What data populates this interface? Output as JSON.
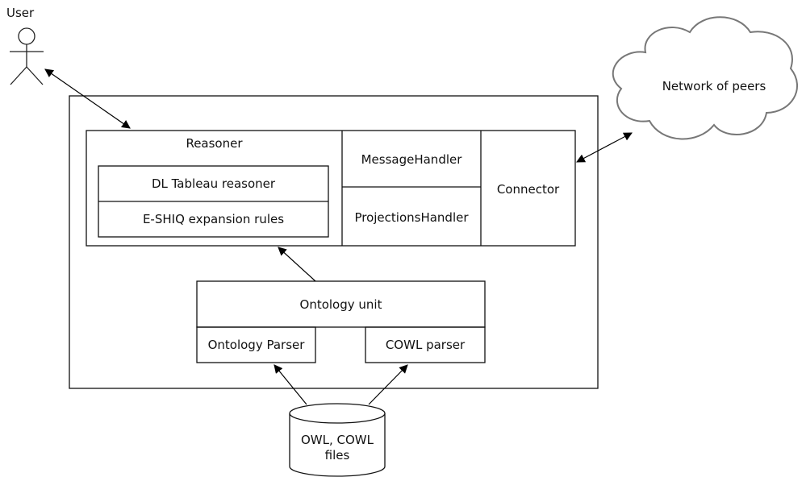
{
  "actor": {
    "label": "User"
  },
  "reasoner": {
    "title": "Reasoner",
    "inner": [
      "DL Tableau reasoner",
      "E-SHIQ expansion rules"
    ]
  },
  "handlers": {
    "message": "MessageHandler",
    "projections": "ProjectionsHandler"
  },
  "connector": {
    "label": "Connector"
  },
  "ontology": {
    "title": "Ontology unit",
    "parser": "Ontology Parser",
    "cowl_parser": "COWL parser"
  },
  "storage": {
    "line1": "OWL, COWL",
    "line2": "files"
  },
  "cloud": {
    "label": "Network of peers"
  }
}
